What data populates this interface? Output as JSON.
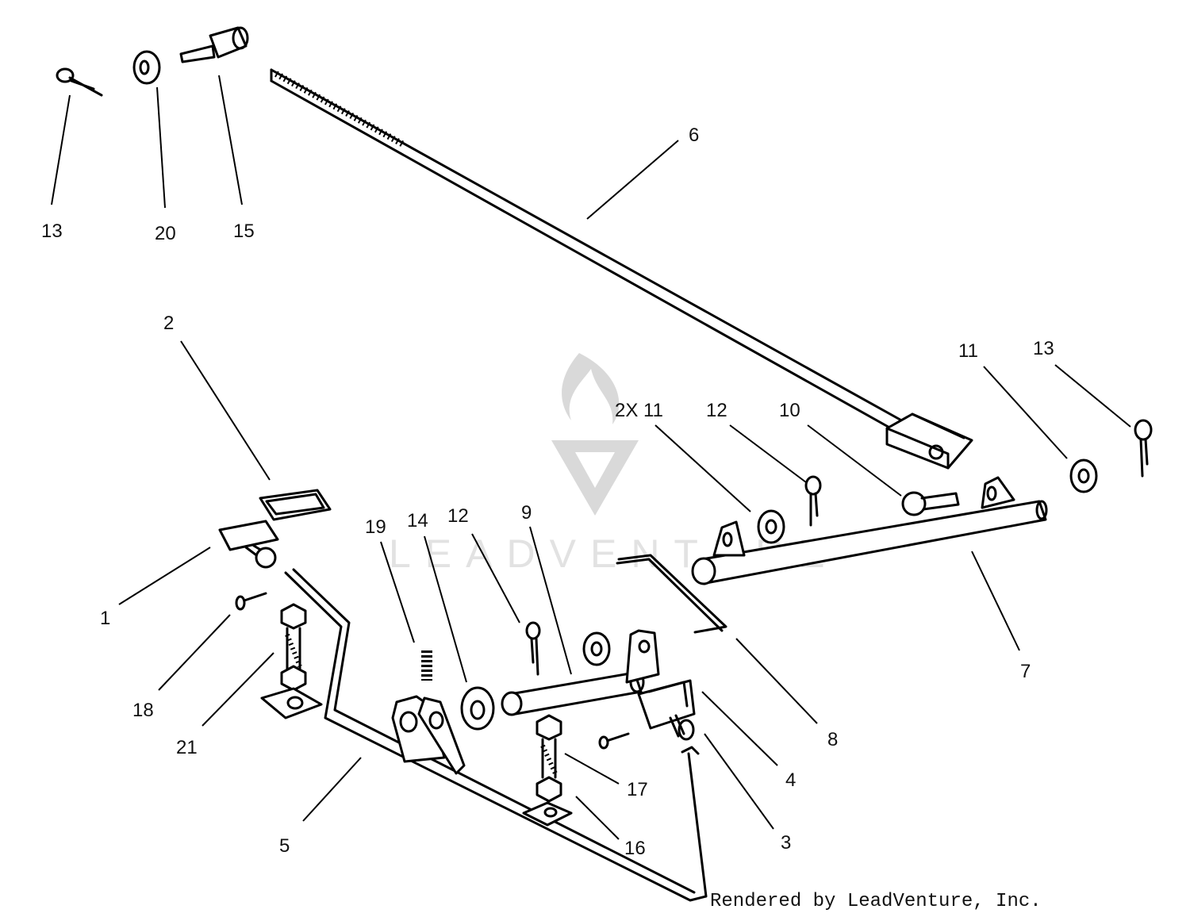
{
  "watermark": {
    "text": "LEADVENTURE"
  },
  "credit": "Rendered by LeadVenture, Inc.",
  "callouts": {
    "c13a": "13",
    "c20": "20",
    "c15": "15",
    "c6": "6",
    "c2": "2",
    "c11a": "11",
    "c13b": "13",
    "c2x11": "2X 11",
    "c12a": "12",
    "c10": "10",
    "c19": "19",
    "c14": "14",
    "c12b": "12",
    "c9": "9",
    "c1": "1",
    "c7": "7",
    "c18": "18",
    "c21": "21",
    "c8": "8",
    "c17": "17",
    "c4": "4",
    "c5": "5",
    "c16": "16",
    "c3": "3"
  }
}
